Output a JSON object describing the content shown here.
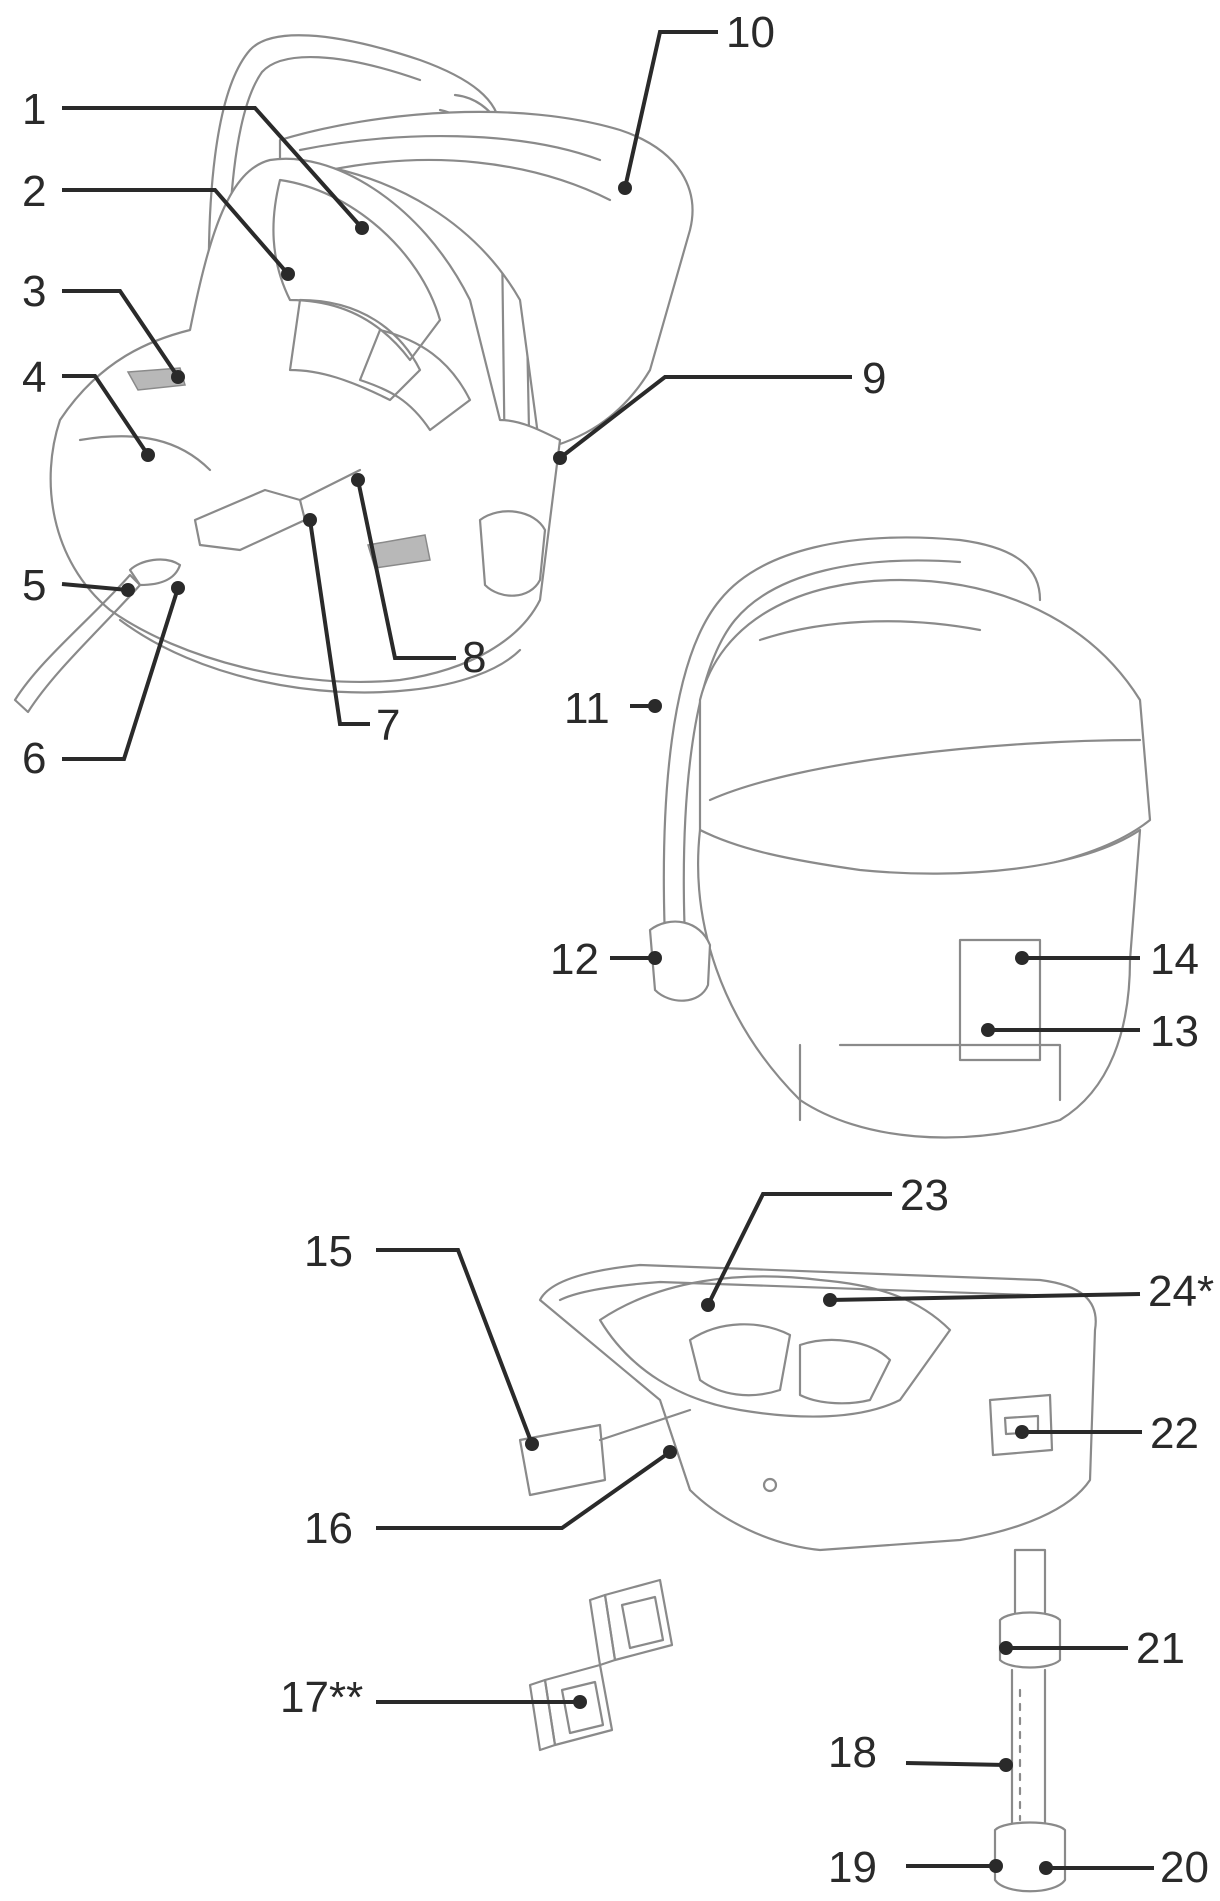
{
  "callouts": [
    {
      "id": "1",
      "label": "1"
    },
    {
      "id": "2",
      "label": "2"
    },
    {
      "id": "3",
      "label": "3"
    },
    {
      "id": "4",
      "label": "4"
    },
    {
      "id": "5",
      "label": "5"
    },
    {
      "id": "6",
      "label": "6"
    },
    {
      "id": "7",
      "label": "7"
    },
    {
      "id": "8",
      "label": "8"
    },
    {
      "id": "9",
      "label": "9"
    },
    {
      "id": "10",
      "label": "10"
    },
    {
      "id": "11",
      "label": "11"
    },
    {
      "id": "12",
      "label": "12"
    },
    {
      "id": "13",
      "label": "13"
    },
    {
      "id": "14",
      "label": "14"
    },
    {
      "id": "15",
      "label": "15"
    },
    {
      "id": "16",
      "label": "16"
    },
    {
      "id": "17",
      "label": "17**"
    },
    {
      "id": "18",
      "label": "18"
    },
    {
      "id": "19",
      "label": "19"
    },
    {
      "id": "20",
      "label": "20"
    },
    {
      "id": "21",
      "label": "21"
    },
    {
      "id": "22",
      "label": "22"
    },
    {
      "id": "23",
      "label": "23"
    },
    {
      "id": "24",
      "label": "24*"
    }
  ],
  "colors": {
    "ink": "#2a2a2a",
    "line_art": "#8a8a8a",
    "shaded_pad": "#b8b8b8",
    "background": "#ffffff"
  }
}
